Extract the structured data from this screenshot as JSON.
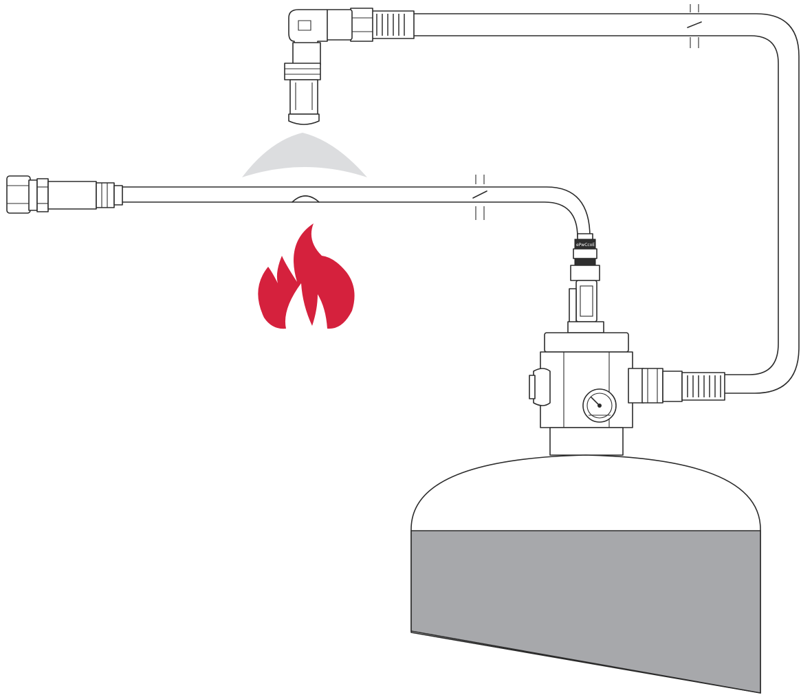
{
  "diagram": {
    "label_on_valve_connector": "ePwCcoE",
    "colors": {
      "flame": "#d5213d",
      "spray_cone": "#dcdddf",
      "cylinder_fill": "#a7a8ab",
      "line": "#2b2b2b",
      "background": "#ffffff"
    },
    "components": [
      "detection-tube",
      "end-plug",
      "discharge-nozzle",
      "discharge-hose",
      "cylinder-valve",
      "pressure-gauge",
      "extinguisher-cylinder",
      "fire"
    ]
  }
}
